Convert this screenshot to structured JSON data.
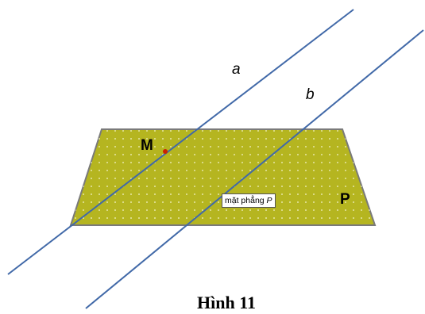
{
  "figure": {
    "line_a_label": "a",
    "line_b_label": "b",
    "point_label": "M",
    "plane_label": "P",
    "plane_tag_text": "mặt phẳng",
    "plane_tag_symbol": "P",
    "caption": "Hình 11",
    "colors": {
      "plane_fill": "#b5b520",
      "plane_edge": "#7a7a7a",
      "line": "#4169a8",
      "point": "#cc2200"
    }
  }
}
